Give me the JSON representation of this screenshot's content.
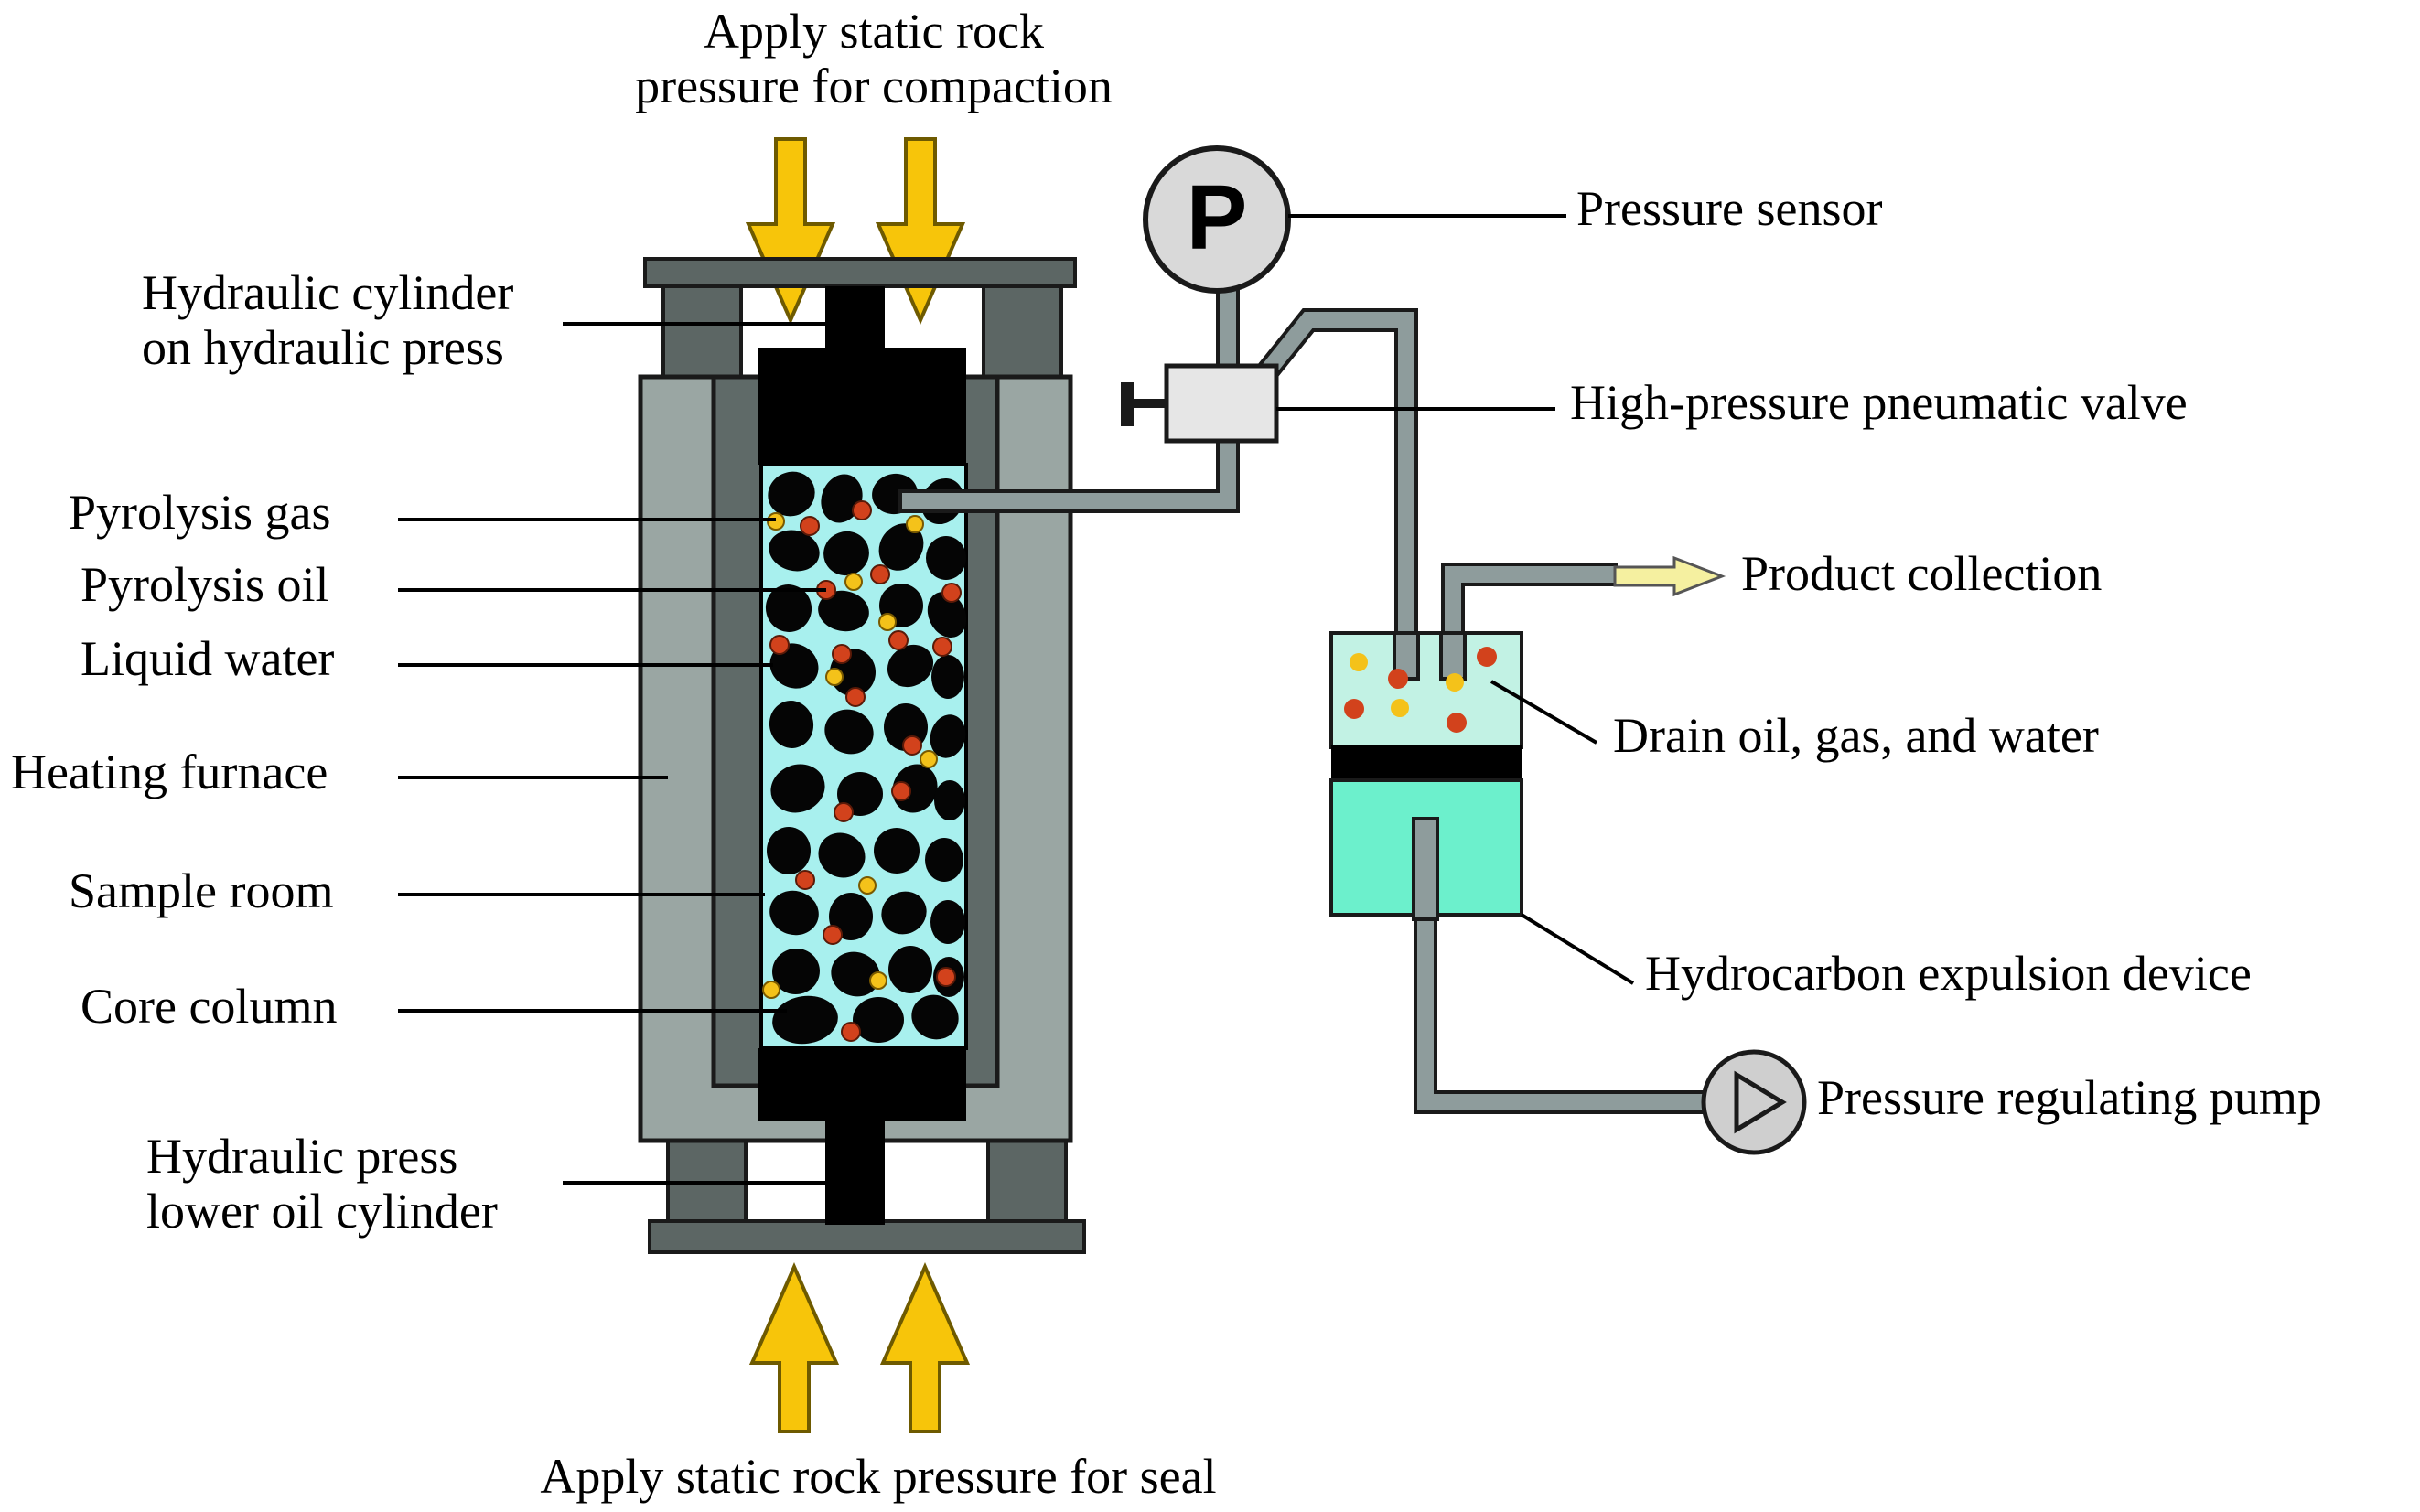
{
  "labels": {
    "top_pressure_line1": "Apply static rock",
    "top_pressure_line2": "pressure for compaction",
    "bottom_pressure": "Apply static rock pressure for seal",
    "hydraulic_cylinder_line1": "Hydraulic cylinder",
    "hydraulic_cylinder_line2": "on hydraulic press",
    "pyrolysis_gas": "Pyrolysis gas",
    "pyrolysis_oil": "Pyrolysis oil",
    "liquid_water": "Liquid water",
    "heating_furnace": "Heating furnace",
    "sample_room": "Sample room",
    "core_column": "Core column",
    "lower_cylinder_line1": "Hydraulic press",
    "lower_cylinder_line2": "lower oil cylinder",
    "pressure_sensor": "Pressure sensor",
    "pressure_sensor_symbol": "P",
    "pneumatic_valve": "High-pressure pneumatic valve",
    "product_collection": "Product collection",
    "drain": "Drain oil, gas, and water",
    "expulsion_device": "Hydrocarbon expulsion device",
    "regulating_pump": "Pressure regulating pump"
  },
  "colors": {
    "furnace_outer": "#9aa6a3",
    "furnace_inner": "#5f6a68",
    "frame": "#5c6664",
    "piston": "#000000",
    "sample_fluid": "#a8f0ee",
    "rock": "#050505",
    "oil_droplet": "#d2421c",
    "gas_droplet": "#f4c21a",
    "arrow_fill": "#f7c50a",
    "arrow_stroke": "#6e5a00",
    "pipe": "#8e9c9c",
    "valve_body": "#e6e6e6",
    "gauge": "#d9d9d9",
    "tank_upper": "#c2f2e4",
    "tank_lower": "#6cf0cc",
    "product_arrow": "#f5f0a0"
  },
  "icons": {
    "pressure_sensor": "pressure-gauge-icon",
    "regulating_pump": "pump-triangle-icon",
    "product_collection": "arrow-right-icon",
    "pressure_arrows": "arrow-down-icon / arrow-up-icon"
  }
}
